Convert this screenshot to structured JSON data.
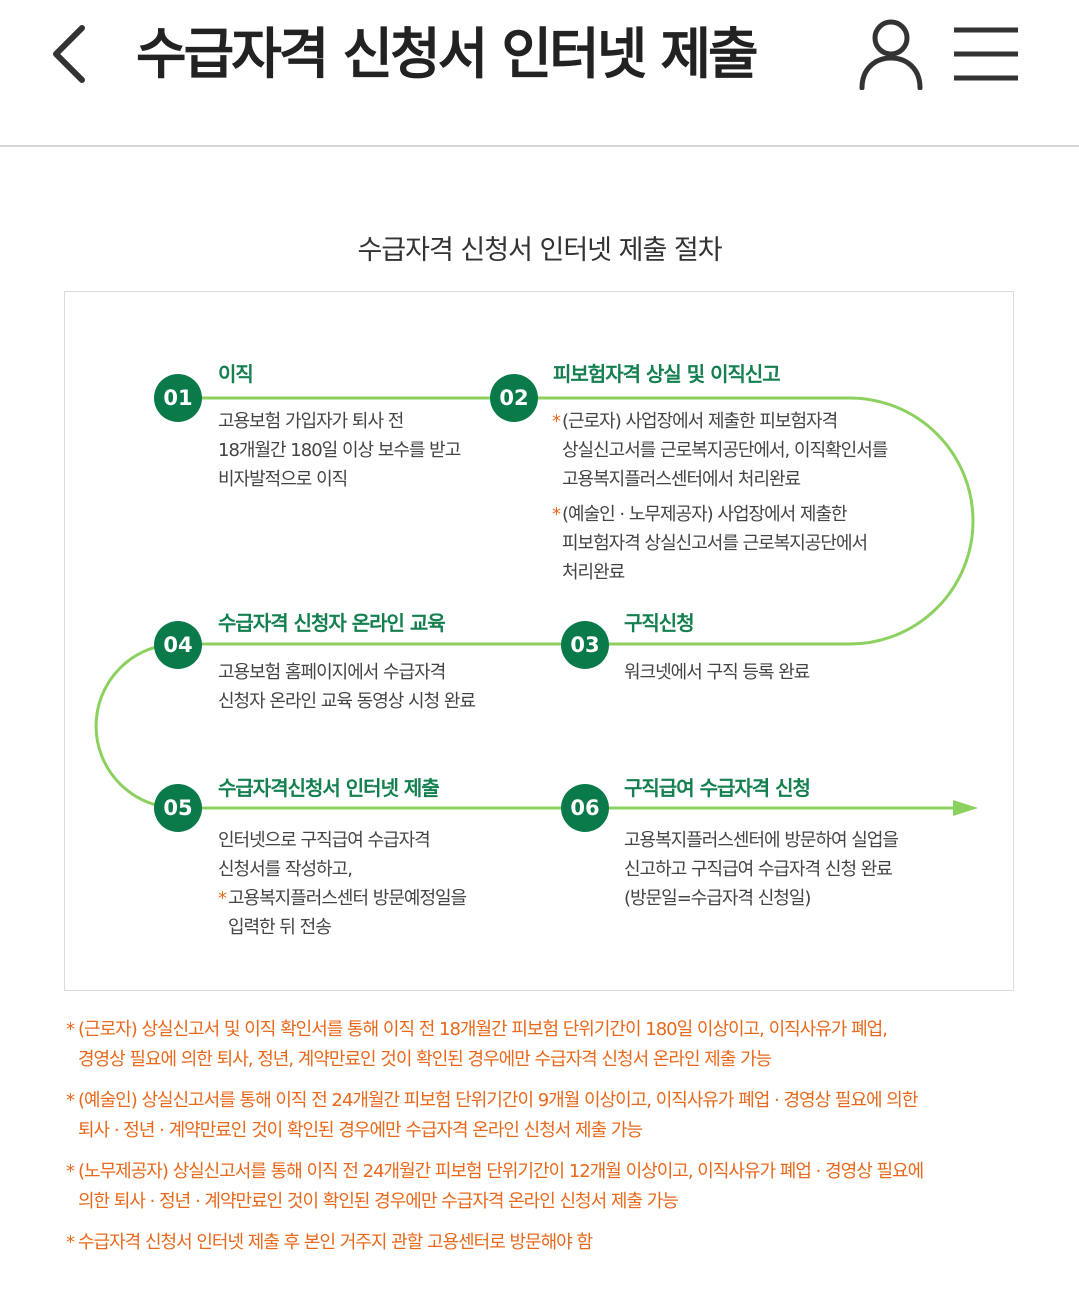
{
  "header": {
    "title": "수급자격 신청서 인터넷 제출",
    "back_icon": "chevron-left-icon",
    "user_icon": "user-icon",
    "menu_icon": "hamburger-menu-icon"
  },
  "section_title": "수급자격 신청서 인터넷 제출 절차",
  "colors": {
    "step_green": "#0b7a4b",
    "title_green": "#147f4f",
    "line_green": "#8cd15f",
    "note_orange": "#e8691c"
  },
  "steps": [
    {
      "number": "01",
      "title": "이직",
      "desc": [
        "고용보험 가입자가 퇴사 전",
        "18개월간 180일 이상 보수를 받고",
        "비자발적으로 이직"
      ]
    },
    {
      "number": "02",
      "title": "피보험자격 상실 및 이직신고",
      "notes": [
        {
          "lines": [
            "(근로자) 사업장에서 제출한 피보험자격",
            "상실신고서를 근로복지공단에서, 이직확인서를",
            "고용복지플러스센터에서 처리완료"
          ]
        },
        {
          "lines": [
            "(예술인 · 노무제공자) 사업장에서 제출한",
            "피보험자격 상실신고서를 근로복지공단에서",
            "처리완료"
          ]
        }
      ]
    },
    {
      "number": "03",
      "title": "구직신청",
      "desc": [
        "워크넷에서 구직 등록 완료"
      ]
    },
    {
      "number": "04",
      "title": "수급자격 신청자 온라인 교육",
      "desc": [
        "고용보험 홈페이지에서 수급자격",
        "신청자 온라인 교육 동영상 시청 완료"
      ]
    },
    {
      "number": "05",
      "title": "수급자격신청서 인터넷 제출",
      "desc": [
        "인터넷으로 구직급여 수급자격",
        "신청서를 작성하고,"
      ],
      "note": [
        "고용복지플러스센터 방문예정일을",
        "입력한 뒤 전송"
      ]
    },
    {
      "number": "06",
      "title": "구직급여 수급자격 신청",
      "desc": [
        "고용복지플러스센터에 방문하여 실업을",
        "신고하고 구직급여 수급자격 신청 완료",
        "(방문일=수급자격 신청일)"
      ]
    }
  ],
  "footnotes": [
    [
      "(근로자) 상실신고서 및 이직 확인서를 통해 이직 전 18개월간 피보험 단위기간이 180일 이상이고, 이직사유가 폐업,",
      "경영상 필요에 의한 퇴사, 정년, 계약만료인 것이 확인된 경우에만 수급자격 신청서 온라인 제출 가능"
    ],
    [
      "(예술인) 상실신고서를 통해 이직 전 24개월간 피보험 단위기간이 9개월 이상이고, 이직사유가 폐업 · 경영상 필요에 의한",
      "퇴사 · 정년 · 계약만료인 것이 확인된 경우에만 수급자격 온라인 신청서 제출 가능"
    ],
    [
      "(노무제공자) 상실신고서를 통해 이직 전 24개월간 피보험 단위기간이 12개월 이상이고, 이직사유가 폐업 · 경영상 필요에",
      "의한 퇴사 · 정년 · 계약만료인 것이 확인된 경우에만 수급자격 온라인 신청서 제출 가능"
    ],
    [
      "수급자격 신청서 인터넷 제출 후 본인 거주지 관할 고용센터로 방문해야 함"
    ]
  ],
  "bullet_mark": "*"
}
